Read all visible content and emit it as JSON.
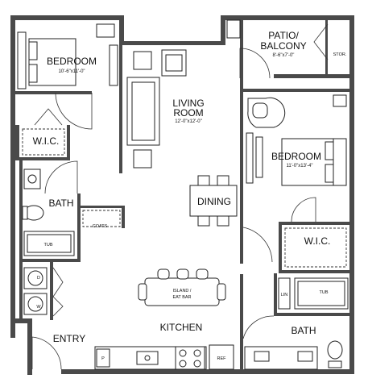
{
  "rooms": {
    "bedroom1": {
      "name": "BEDROOM",
      "dims": "10'-6\"x11'-0\""
    },
    "living": {
      "name_line1": "LIVING",
      "name_line2": "ROOM",
      "dims": "12'-0\"x12'-0\""
    },
    "patio": {
      "name_line1": "PATIO/",
      "name_line2": "BALCONY",
      "dims": "8'-6\"x7'-0\""
    },
    "storage": {
      "name": "STOR."
    },
    "wic1": {
      "name": "W.I.C."
    },
    "bedroom2": {
      "name": "BEDROOM",
      "dims": "11'-0\"x13'-4\""
    },
    "dining": {
      "name": "DINING"
    },
    "bath1": {
      "name": "BATH"
    },
    "coats": {
      "name": "COATS"
    },
    "tub1": {
      "name": "TUB"
    },
    "wic2": {
      "name": "W.I.C."
    },
    "dryer": {
      "name": "D"
    },
    "washer": {
      "name": "W"
    },
    "island": {
      "name_line1": "ISLAND /",
      "name_line2": "EAT BAR"
    },
    "linen": {
      "name": "LIN"
    },
    "tub2": {
      "name": "TUB"
    },
    "kitchen": {
      "name": "KITCHEN"
    },
    "entry": {
      "name": "ENTRY"
    },
    "bath2": {
      "name": "BATH"
    },
    "pantry": {
      "name": "P"
    },
    "refrigerator": {
      "name": "REF"
    }
  }
}
